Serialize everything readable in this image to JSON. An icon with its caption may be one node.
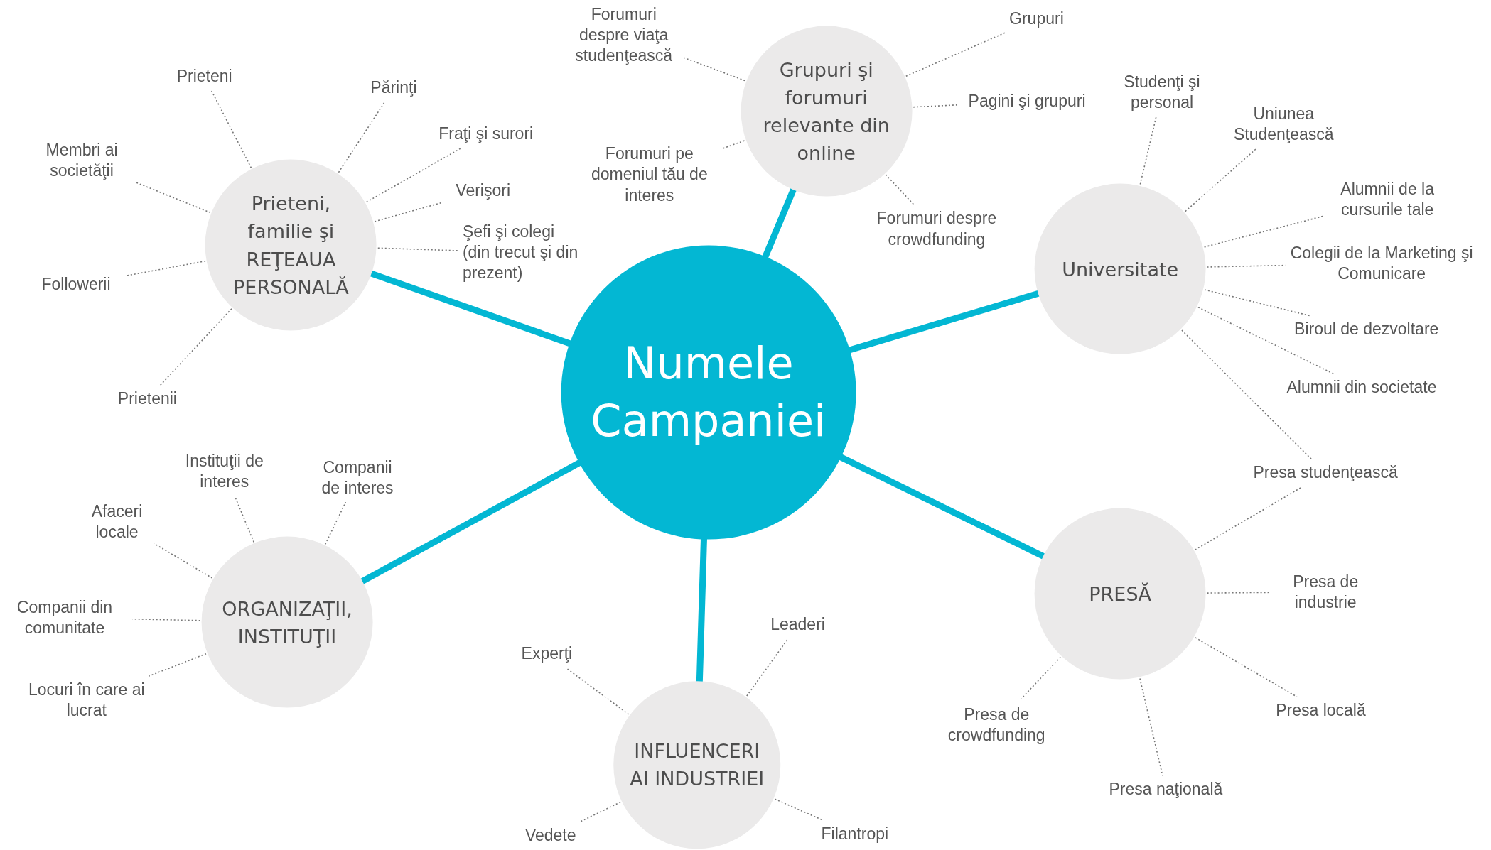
{
  "diagram": {
    "nodes": [
      {
        "text": [
          "Numele Campaniei"
        ]
      },
      {
        "text": [
          "Grupuri şi forumuri relevante din online"
        ]
      },
      {
        "text": [
          "Prieteni, familie şi REŢEAUA PERSONALĂ"
        ]
      },
      {
        "text": [
          "Universitate"
        ]
      },
      {
        "text": [
          "PRESĂ"
        ]
      },
      {
        "text": [
          "ORGANIZAŢII, INSTITUŢII"
        ]
      },
      {
        "text": [
          "INFLUENCERI AI INDUSTRIEI"
        ]
      },
      {
        "text": [
          "Forumuri despre viaţa studenţească"
        ]
      },
      {
        "text": [
          "Grupuri"
        ]
      },
      {
        "text": [
          "Pagini şi grupuri"
        ]
      },
      {
        "text": [
          "Forumuri pe domeniul tău de interes"
        ]
      },
      {
        "text": [
          "Forumuri despre crowdfunding"
        ]
      },
      {
        "text": [
          "Prieteni"
        ]
      },
      {
        "text": [
          "Părinţi"
        ]
      },
      {
        "text": [
          "Membri ai societăţii"
        ]
      },
      {
        "text": [
          "Fraţi şi surori"
        ]
      },
      {
        "text": [
          "Verişori"
        ]
      },
      {
        "text": [
          "Şefi şi colegi (din trecut şi din prezent)"
        ]
      },
      {
        "text": [
          "Followerii"
        ]
      },
      {
        "text": [
          "Prietenii"
        ]
      },
      {
        "text": [
          "Studenţi şi personal"
        ]
      },
      {
        "text": [
          "Uniunea Studenţească"
        ]
      },
      {
        "text": [
          "Alumnii de la cursurile tale"
        ]
      },
      {
        "text": [
          "Colegii de la Marketing şi Comunicare"
        ]
      },
      {
        "text": [
          "Biroul de dezvoltare"
        ]
      },
      {
        "text": [
          "Alumnii din societate"
        ]
      },
      {
        "text": [
          "Presa studenţească"
        ]
      },
      {
        "text": [
          "Presa de industrie"
        ]
      },
      {
        "text": [
          "Presa de crowdfunding"
        ]
      },
      {
        "text": [
          "Presa locală"
        ]
      },
      {
        "text": [
          "Presa naţională"
        ]
      },
      {
        "text": [
          "Afaceri locale"
        ]
      },
      {
        "text": [
          "Instituţii de interes"
        ]
      },
      {
        "text": [
          "Companii de interes"
        ]
      },
      {
        "text": [
          "Companii din comunitate"
        ]
      },
      {
        "text": [
          "Locuri în care ai lucrat"
        ]
      },
      {
        "text": [
          "Experţi"
        ]
      },
      {
        "text": [
          "Leaderi"
        ]
      },
      {
        "text": [
          "Vedete"
        ]
      },
      {
        "text": [
          "Filantropi"
        ]
      }
    ],
    "edges": [
      {
        "from": 0,
        "to": 1,
        "arrow": "none",
        "style": "thick",
        "color": "#03b7d3"
      },
      {
        "from": 0,
        "to": 2,
        "arrow": "none",
        "style": "thick",
        "color": "#03b7d3"
      },
      {
        "from": 0,
        "to": 3,
        "arrow": "none",
        "style": "thick",
        "color": "#03b7d3"
      },
      {
        "from": 0,
        "to": 4,
        "arrow": "none",
        "style": "thick",
        "color": "#03b7d3"
      },
      {
        "from": 0,
        "to": 5,
        "arrow": "none",
        "style": "thick",
        "color": "#03b7d3"
      },
      {
        "from": 0,
        "to": 6,
        "arrow": "none",
        "style": "thick",
        "color": "#03b7d3"
      },
      {
        "from": 1,
        "to": 7,
        "arrow": "none",
        "style": "dashed"
      },
      {
        "from": 1,
        "to": 8,
        "arrow": "none",
        "style": "dashed"
      },
      {
        "from": 1,
        "to": 9,
        "arrow": "none",
        "style": "dashed"
      },
      {
        "from": 1,
        "to": 10,
        "arrow": "none",
        "style": "dashed"
      },
      {
        "from": 1,
        "to": 11,
        "arrow": "none",
        "style": "dashed"
      },
      {
        "from": 2,
        "to": 12,
        "arrow": "none",
        "style": "dashed"
      },
      {
        "from": 2,
        "to": 13,
        "arrow": "none",
        "style": "dashed"
      },
      {
        "from": 2,
        "to": 14,
        "arrow": "none",
        "style": "dashed"
      },
      {
        "from": 2,
        "to": 15,
        "arrow": "none",
        "style": "dashed"
      },
      {
        "from": 2,
        "to": 16,
        "arrow": "none",
        "style": "dashed"
      },
      {
        "from": 2,
        "to": 17,
        "arrow": "none",
        "style": "dashed"
      },
      {
        "from": 2,
        "to": 18,
        "arrow": "none",
        "style": "dashed"
      },
      {
        "from": 2,
        "to": 19,
        "arrow": "none",
        "style": "dashed"
      },
      {
        "from": 3,
        "to": 20,
        "arrow": "none",
        "style": "dashed"
      },
      {
        "from": 3,
        "to": 21,
        "arrow": "none",
        "style": "dashed"
      },
      {
        "from": 3,
        "to": 22,
        "arrow": "none",
        "style": "dashed"
      },
      {
        "from": 3,
        "to": 23,
        "arrow": "none",
        "style": "dashed"
      },
      {
        "from": 3,
        "to": 24,
        "arrow": "none",
        "style": "dashed"
      },
      {
        "from": 3,
        "to": 25,
        "arrow": "none",
        "style": "dashed"
      },
      {
        "from": 3,
        "to": 26,
        "arrow": "none",
        "style": "dashed"
      },
      {
        "from": 4,
        "to": 26,
        "arrow": "none",
        "style": "dashed"
      },
      {
        "from": 4,
        "to": 27,
        "arrow": "none",
        "style": "dashed"
      },
      {
        "from": 4,
        "to": 28,
        "arrow": "none",
        "style": "dashed"
      },
      {
        "from": 4,
        "to": 29,
        "arrow": "none",
        "style": "dashed"
      },
      {
        "from": 4,
        "to": 30,
        "arrow": "none",
        "style": "dashed"
      },
      {
        "from": 5,
        "to": 31,
        "arrow": "none",
        "style": "dashed"
      },
      {
        "from": 5,
        "to": 32,
        "arrow": "none",
        "style": "dashed"
      },
      {
        "from": 5,
        "to": 33,
        "arrow": "none",
        "style": "dashed"
      },
      {
        "from": 5,
        "to": 34,
        "arrow": "none",
        "style": "dashed"
      },
      {
        "from": 5,
        "to": 35,
        "arrow": "none",
        "style": "dashed"
      },
      {
        "from": 6,
        "to": 36,
        "arrow": "none",
        "style": "dashed"
      },
      {
        "from": 6,
        "to": 37,
        "arrow": "none",
        "style": "dashed"
      },
      {
        "from": 6,
        "to": 38,
        "arrow": "none",
        "style": "dashed"
      },
      {
        "from": 6,
        "to": 39,
        "arrow": "none",
        "style": "dashed"
      }
    ]
  }
}
